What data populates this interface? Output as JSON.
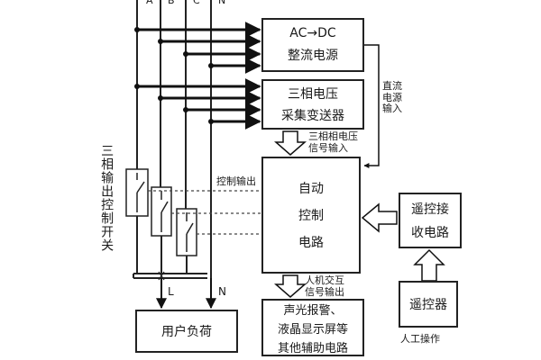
{
  "bus_labels": [
    "A",
    "B",
    "C",
    "N"
  ],
  "boxes": {
    "rectifier": [
      "AC→DC",
      "整流电源"
    ],
    "voltage": [
      "三相电压",
      "采集变送器"
    ],
    "controller": [
      "自动",
      "控制",
      "电路"
    ],
    "receiver": [
      "遥控接",
      "收电路"
    ],
    "remote": [
      "遥控器"
    ],
    "load": [
      "用户负荷"
    ],
    "aux": [
      "声光报警、",
      "液晶显示屏等",
      "其他辅助电路"
    ]
  },
  "labels": {
    "dc_input": [
      "直流",
      "电源",
      "输入"
    ],
    "signal_input": [
      "三相相电压",
      "信号输入"
    ],
    "control_output": "控制输出",
    "hmi_output": [
      "人机交互",
      "信号输出"
    ],
    "manual_op": "人工操作",
    "switch_label": "三相输出控制开关",
    "out_L": "L",
    "out_N": "N"
  }
}
